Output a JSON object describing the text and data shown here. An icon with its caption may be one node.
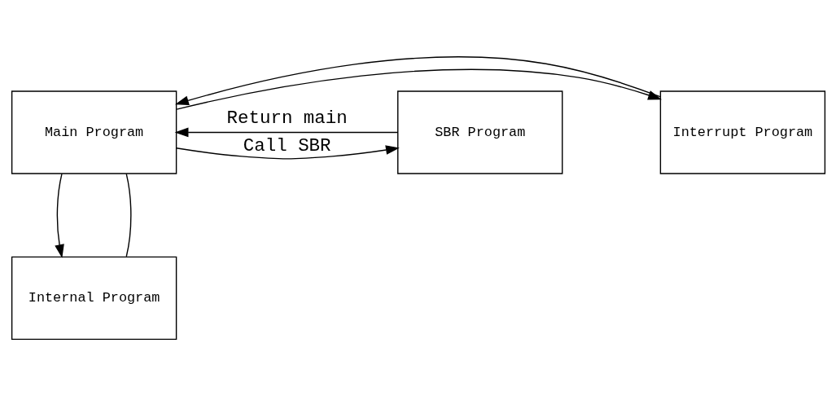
{
  "diagram": {
    "nodes": [
      {
        "text": [
          "Main Program"
        ]
      },
      {
        "text": [
          "Interrupt Program"
        ]
      },
      {
        "text": [
          "Internal Program"
        ]
      },
      {
        "text": [
          "SBR Program"
        ]
      }
    ],
    "edges": [
      {
        "from": 0,
        "to": 1,
        "arrow": "to"
      },
      {
        "from": 1,
        "to": 0,
        "arrow": "to"
      },
      {
        "from": 0,
        "to": 2,
        "arrow": "to"
      },
      {
        "from": 2,
        "to": 0,
        "arrow": "none"
      },
      {
        "from": 0,
        "to": 3,
        "arrow": "to",
        "label": "Call SBR"
      },
      {
        "from": 3,
        "to": 0,
        "arrow": "to",
        "label": "Return main"
      }
    ]
  }
}
